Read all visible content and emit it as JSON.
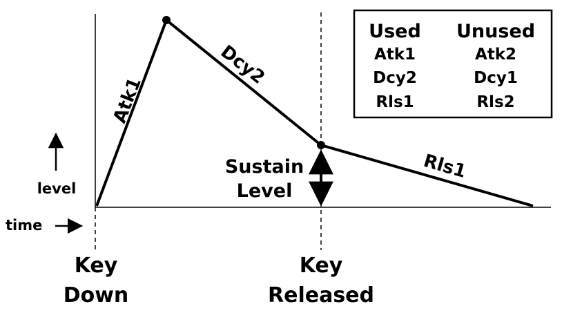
{
  "envelope_labels": {
    "attack": "Atk1",
    "decay": "Dcy2",
    "release": "Rls1"
  },
  "sustain_label": {
    "line1": "Sustain",
    "line2": "Level"
  },
  "axis": {
    "level": "level",
    "time": "time"
  },
  "events": {
    "key_down": {
      "line1": "Key",
      "line2": "Down"
    },
    "key_released": {
      "line1": "Key",
      "line2": "Released"
    }
  },
  "legend": {
    "headers": [
      "Used",
      "Unused"
    ],
    "rows": [
      [
        "Atk1",
        "Atk2"
      ],
      [
        "Dcy2",
        "Dcy1"
      ],
      [
        "Rls1",
        "Rls2"
      ]
    ]
  }
}
